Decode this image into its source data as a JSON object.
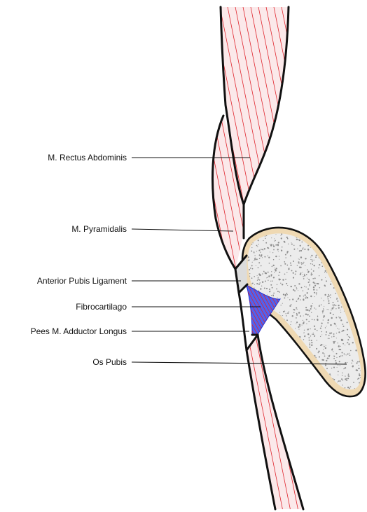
{
  "labels": {
    "rectus_abdominis": "M. Rectus Abdominis",
    "pyramidalis": "M. Pyramidalis",
    "anterior_pubis_ligament": "Anterior Pubis Ligament",
    "fibrocartilago": "Fibrocartilago",
    "adductor_longus": "Pees M. Adductor Longus",
    "os_pubis": "Os Pubis"
  },
  "colors": {
    "muscle_fill": "#fbe9ea",
    "muscle_hatch": "#e0262e",
    "bone_fill": "#ececec",
    "bone_rim": "#efd9b3",
    "bone_speckle": "#8e8e8e",
    "ligament_fill": "#dcdcdc",
    "fibrocartilage_fill": "#4f62f0",
    "fibrocartilage_hatch": "#1f2fd0",
    "outline": "#111111"
  }
}
